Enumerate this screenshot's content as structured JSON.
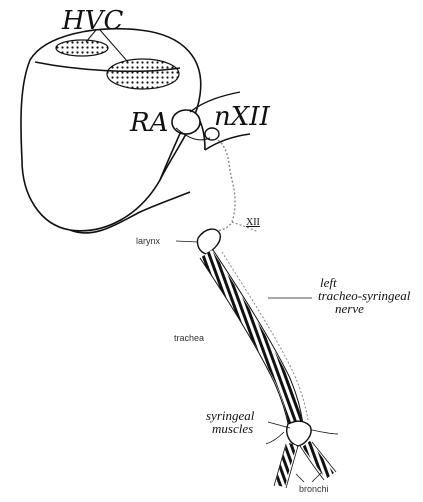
{
  "labels": {
    "hvc": "HVC",
    "ra": "RA",
    "nxii": "nXII",
    "xii": "XII",
    "larynx": "larynx",
    "trachea": "trachea",
    "left_nerve_line1": "left",
    "left_nerve_line2": "tracheo-syringeal",
    "left_nerve_line3": "nerve",
    "syringeal_line1": "syringeal",
    "syringeal_line2": "muscles",
    "bronchi": "bronchi"
  },
  "colors": {
    "ink": "#111111",
    "paper": "#ffffff",
    "nerve_dots": "#888888"
  }
}
